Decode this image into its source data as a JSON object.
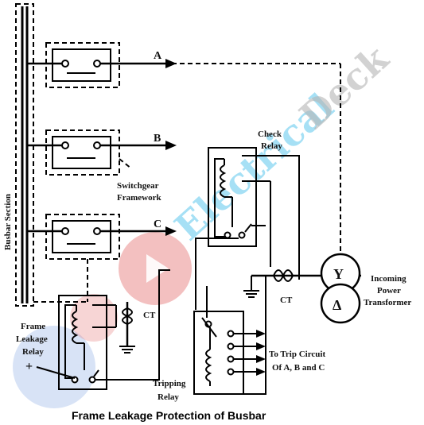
{
  "caption": "Frame Leakage Protection of Busbar",
  "watermark": {
    "prefix": "Electrical",
    "suffix": "Deck"
  },
  "labels": {
    "busbar_section": "Busbar Section",
    "phase_a": "A",
    "phase_b": "B",
    "phase_c": "C",
    "switchgear_line1": "Switchgear",
    "switchgear_line2": "Framework",
    "check_relay_line1": "Check",
    "check_relay_line2": "Relay",
    "ct_frame": "CT",
    "ct_check": "CT",
    "frame_leakage_line1": "Frame",
    "frame_leakage_line2": "Leakage",
    "frame_leakage_line3": "Relay",
    "plus_sign": "+",
    "tripping_relay_line1": "Tripping",
    "tripping_relay_line2": "Relay",
    "trip_circuit_line1": "To Trip Circuit",
    "trip_circuit_line2": "Of A, B and C",
    "transformer_line1": "Incoming",
    "transformer_line2": "Power",
    "transformer_line3": "Transformer",
    "star_symbol": "Y",
    "delta_symbol": "Δ"
  },
  "colors": {
    "line": "#000000",
    "watermark_red": "#e57373",
    "watermark_blue": "#8fb0e6",
    "watermark_grey": "#b5b5b5",
    "watermark_cyan": "#5ec8ee"
  }
}
